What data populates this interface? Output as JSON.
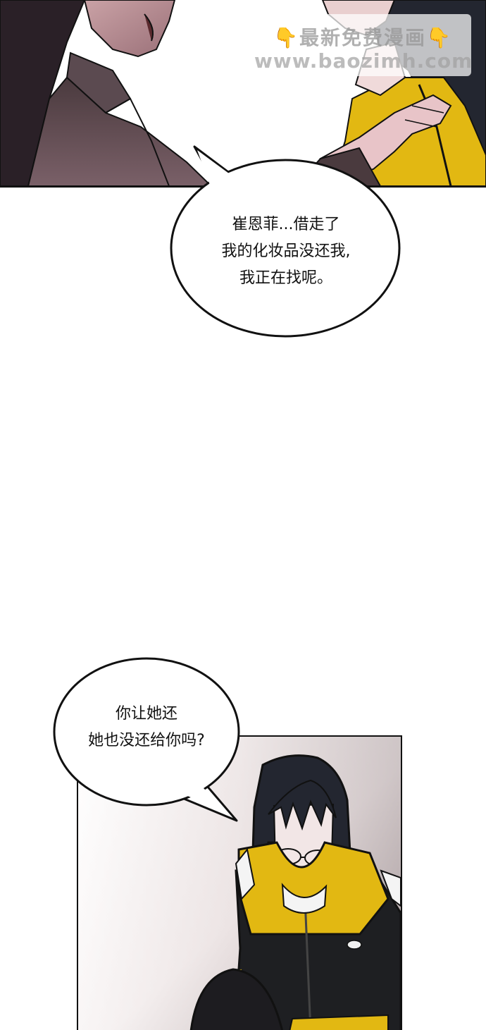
{
  "top_bubble": {
    "lines": [
      "崔恩菲...借走了",
      "我的化妆品没还我,",
      "我正在找呢。"
    ]
  },
  "bottom_bubble": {
    "lines": [
      "你让她还",
      "她也没还给你吗?"
    ]
  },
  "watermark": {
    "title": "最新免费漫画",
    "url": "www.baozimh.com",
    "hand_icon": "pointing-down-hand-icon"
  },
  "colors": {
    "uniform_yellow": "#e2b812",
    "hair_dark": "#232630",
    "top_bg": "#ffffff"
  }
}
